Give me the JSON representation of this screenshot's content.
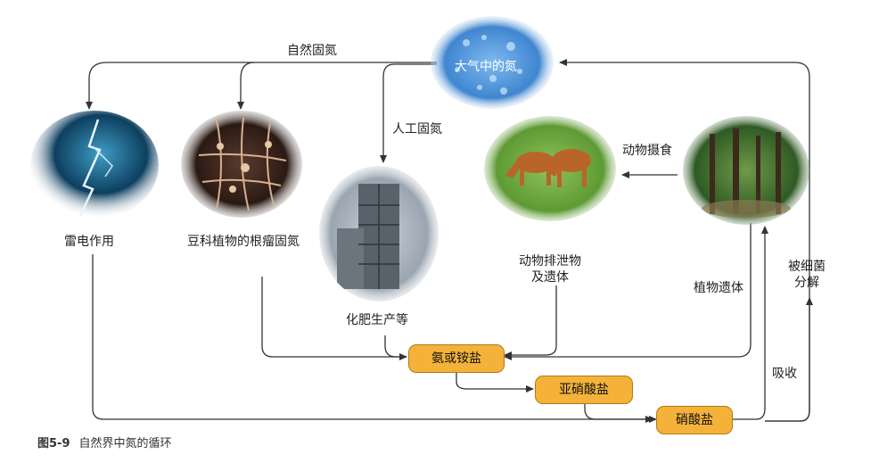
{
  "nodes": {
    "atmosphere": "大气中的氮",
    "lightning": "雷电作用",
    "nodules": "豆科植物的根瘤固氮",
    "factory": "化肥生产等",
    "ammonium": "氨或铵盐",
    "nitrite": "亚硝酸盐",
    "nitrate": "硝酸盐"
  },
  "edges": {
    "natural_fixation": "自然固氮",
    "artificial_fixation": "人工固氮",
    "animal_feeding": "动物摄食",
    "animal_waste_line1": "动物排泄物",
    "animal_waste_line2": "及遗体",
    "plant_remains": "植物遗体",
    "bacteria_line1": "被细菌",
    "bacteria_line2": "分解",
    "absorption": "吸收"
  },
  "caption": {
    "number": "图5-9",
    "title": "自然界中氮的循环"
  },
  "colors": {
    "box_fill": "#f4b23a",
    "box_border": "#b07a14",
    "arrow": "#333333"
  },
  "icons": {
    "atmosphere": "blue-sky-image",
    "lightning": "lightning-image",
    "nodules": "root-nodule-image",
    "factory": "factory-tower-image",
    "cows": "grazing-cows-image",
    "forest": "forest-image"
  }
}
